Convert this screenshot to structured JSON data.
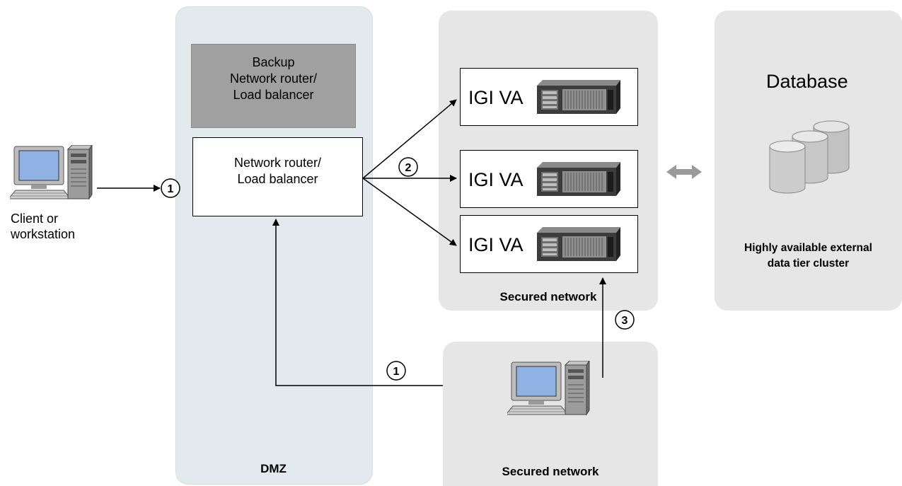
{
  "zones": {
    "dmz": "DMZ",
    "secured_network_top": "Secured network",
    "secured_network_bottom": "Secured network"
  },
  "client": {
    "line1": "Client or",
    "line2": "workstation"
  },
  "backup_router": {
    "line1": "Backup",
    "line2": "Network router/",
    "line3": "Load balancer"
  },
  "router": {
    "line1": "Network router/",
    "line2": "Load balancer"
  },
  "va": {
    "label1": "IGI VA",
    "label2": "IGI VA",
    "label3": "IGI VA"
  },
  "database": {
    "title": "Database",
    "caption1": "Highly available external",
    "caption2": "data tier cluster"
  },
  "steps": {
    "client_to_router": "1",
    "router_to_va": "2",
    "admin_to_va": "3",
    "admin_to_router": "1"
  },
  "colors": {
    "dmz_bg": "#e3eaed",
    "secured_bg": "#e6e6e6",
    "backup_box": "#a0a0a0",
    "screen": "#8fb1e3",
    "cylinder": "#c8c8c8"
  },
  "icons": [
    "workstation-icon",
    "server-icon",
    "database-cylinder-icon",
    "bidirectional-arrow-icon"
  ]
}
